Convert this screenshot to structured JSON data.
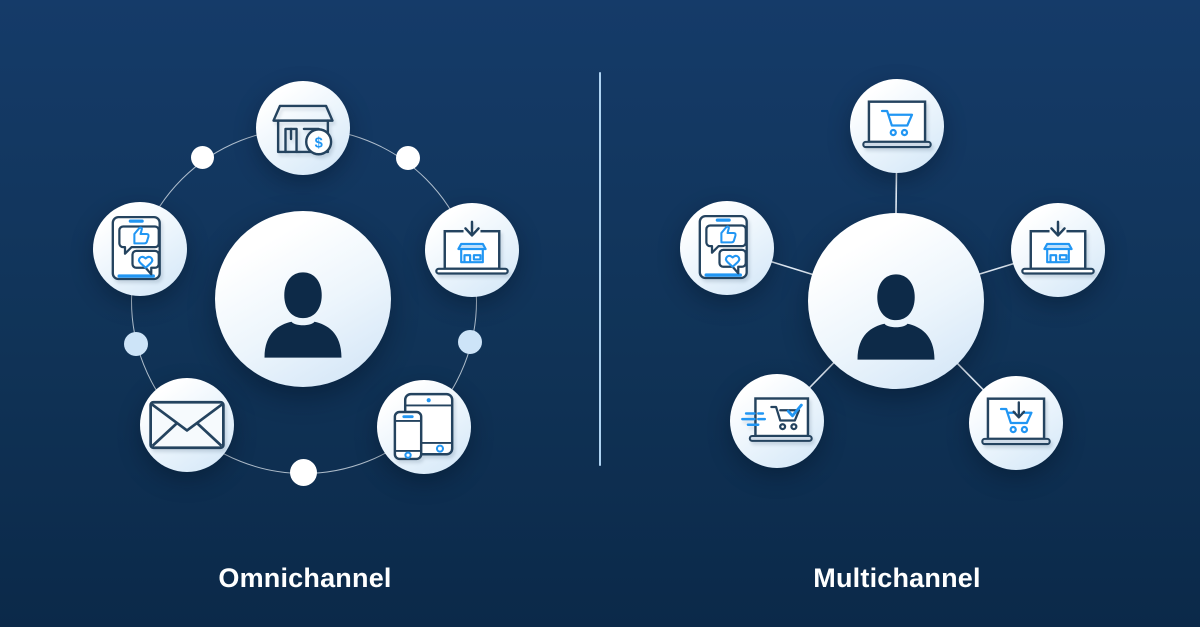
{
  "titles": {
    "left": "Omnichannel",
    "right": "Multichannel"
  },
  "icons": {
    "dollar_symbol": "$",
    "center": "customer-silhouette",
    "left_channels": [
      "store-with-dollar-sale",
      "social-media-tablet",
      "laptop-online-store",
      "email-envelope",
      "mobile-devices"
    ],
    "right_channels": [
      "laptop-shopping-cart",
      "social-media-tablet",
      "laptop-online-store",
      "express-cart-checkmark",
      "cart-download-arrow"
    ]
  },
  "colors": {
    "background_top": "#153b69",
    "background_bottom": "#0b2949",
    "accent_blue": "#2196f3",
    "outline_navy": "#24435f",
    "silhouette_navy": "#0d2a48",
    "circle_fill_top": "#ffffff",
    "circle_fill_bottom": "#d2e6f7",
    "divider": "#aed3f2",
    "title_text": "#ffffff"
  }
}
